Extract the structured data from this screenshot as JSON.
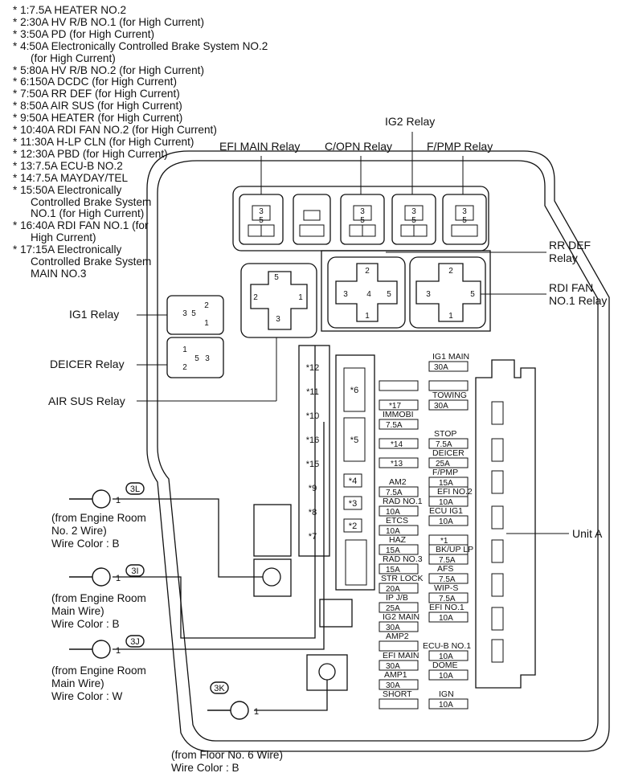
{
  "legend": [
    "* 1:7.5A HEATER NO.2",
    "* 2:30A HV R/B NO.1 (for High Current)",
    "* 3:50A PD (for High Current)",
    "* 4:50A Electronically Controlled Brake System NO.2 (for High Current)",
    "* 5:80A HV R/B NO.2 (for High Current)",
    "* 6:150A DCDC (for High Current)",
    "* 7:50A RR DEF (for High Current)",
    "* 8:50A AIR SUS (for High Current)",
    "* 9:50A HEATER (for High Current)",
    "* 10:40A RDI FAN NO.2 (for High Current)",
    "* 11:30A H-LP CLN (for High Current)",
    "* 12:30A PBD (for High Current)",
    "* 13:7.5A ECU-B NO.2",
    "* 14:7.5A MAYDAY/TEL",
    "* 15:50A Electronically Controlled Brake System NO.1 (for High Current)",
    "* 16:40A RDI FAN NO.1 (for High Current)",
    "* 17:15A Electronically Controlled Brake System MAIN NO.3"
  ],
  "relays": {
    "efi_main": "EFI MAIN Relay",
    "copn": "C/OPN Relay",
    "ig2": "IG2 Relay",
    "fpmp": "F/PMP Relay",
    "rr_def": "RR DEF\nRelay",
    "rdi_fan": "RDI FAN\nNO.1 Relay",
    "ig1": "IG1 Relay",
    "deicer": "DEICER Relay",
    "air_sus": "AIR SUS Relay"
  },
  "unit_label": "Unit A",
  "connectors": [
    {
      "tag": "3L",
      "pin": "1",
      "from": "(from Engine Room\nNo. 2 Wire)",
      "color": "Wire Color : B"
    },
    {
      "tag": "3I",
      "pin": "1",
      "from": "(from Engine Room\nMain Wire)",
      "color": "Wire Color : B"
    },
    {
      "tag": "3J",
      "pin": "1",
      "from": "(from Engine Room\nMain Wire)",
      "color": "Wire Color : W"
    },
    {
      "tag": "3K",
      "pin": "1",
      "from": "(from Floor No. 6 Wire)",
      "color": "Wire Color : B"
    }
  ],
  "large_fuses": [
    "*12",
    "*11",
    "*10",
    "*16",
    "*15",
    "*9",
    "*8",
    "*7"
  ],
  "mid_fuses": [
    "*6",
    "*5",
    "*4",
    "*3",
    "*2"
  ],
  "fuse_labels": {
    "ig1_main": "IG1 MAIN",
    "towing": "TOWING",
    "immobi": "IMMOBI",
    "stop": "STOP",
    "deicer": "DEICER",
    "fpmp": "F/PMP",
    "am2": "AM2",
    "efi_no2": "EFI NO.2",
    "rad_no1": "RAD NO.1",
    "ecu_ig1": "ECU IG1",
    "etcs": "ETCS",
    "haz": "HAZ",
    "bk_up_lp": "BK/UP LP",
    "rad_no3": "RAD NO.3",
    "afs": "AFS",
    "str_lock": "STR LOCK",
    "wip_s": "WIP-S",
    "ip_jb": "IP J/B",
    "efi_no1": "EFI NO.1",
    "ig2_main": "IG2 MAIN",
    "amp2": "AMP2",
    "ecu_b_no1": "ECU-B NO.1",
    "efi_main": "EFI MAIN",
    "dome": "DOME",
    "amp1": "AMP1",
    "short": "SHORT",
    "ign": "IGN"
  },
  "fuse_values": {
    "a30": "30A",
    "a7_5": "7.5A",
    "a25": "25A",
    "a15": "15A",
    "a10": "10A",
    "a20": "20A",
    "s17": "*17",
    "s14": "*14",
    "s13": "*13",
    "s1": "*1",
    "p1": "1",
    "p2": "2",
    "p3": "3",
    "p4": "4",
    "p5": "5"
  }
}
